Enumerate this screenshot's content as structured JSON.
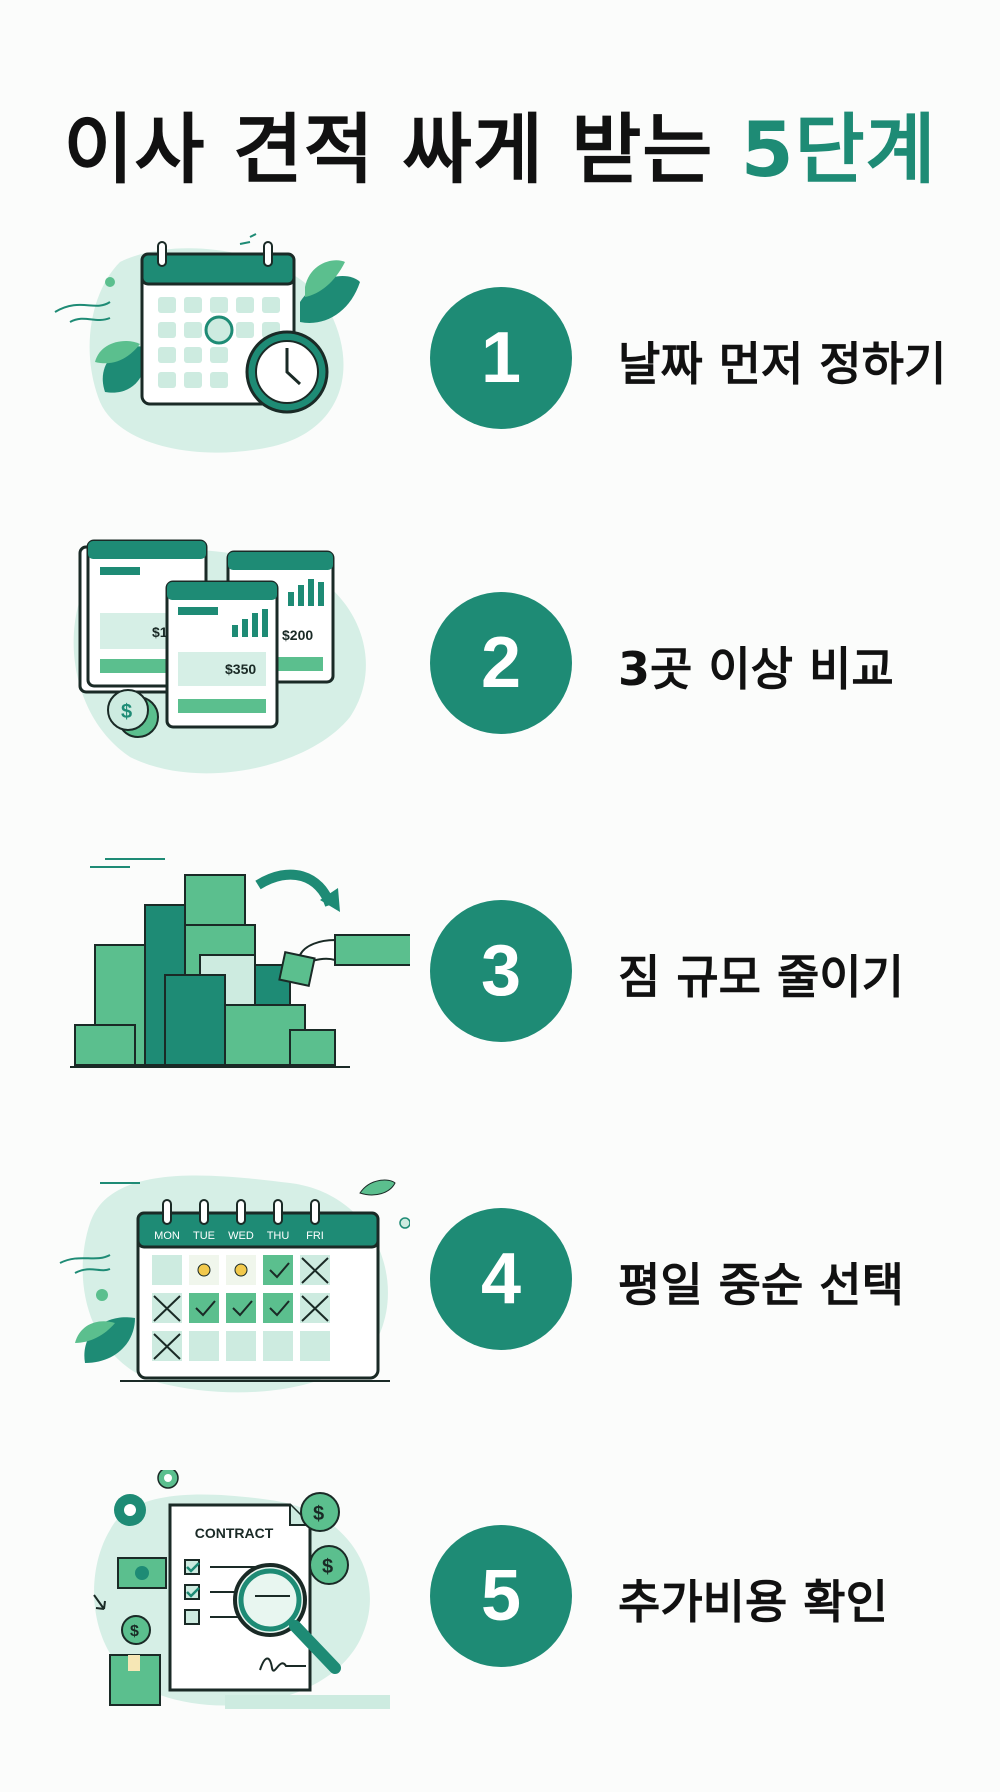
{
  "title": {
    "main": "이사 견적 싸게 받는 ",
    "accent": "5단계"
  },
  "colors": {
    "accent": "#1e8b75",
    "light": "#d6efe6",
    "mid": "#5bbf8e",
    "dark": "#1a2a26"
  },
  "steps": [
    {
      "number": "1",
      "label": "날짜 먼저 정하기",
      "icon": "calendar-clock-icon"
    },
    {
      "number": "2",
      "label": "3곳 이상 비교",
      "icon": "quote-comparison-icon",
      "prices": [
        "$1",
        "$200",
        "$350"
      ]
    },
    {
      "number": "3",
      "label": "짐 규모 줄이기",
      "icon": "boxes-reduction-icon"
    },
    {
      "number": "4",
      "label": "평일 중순 선택",
      "icon": "weekday-calendar-icon",
      "days": [
        "MON",
        "TUE",
        "WED",
        "THU",
        "FRI"
      ]
    },
    {
      "number": "5",
      "label": "추가비용 확인",
      "icon": "contract-magnifier-icon",
      "doc_title": "CONTRACT",
      "currency_symbol": "$"
    }
  ]
}
